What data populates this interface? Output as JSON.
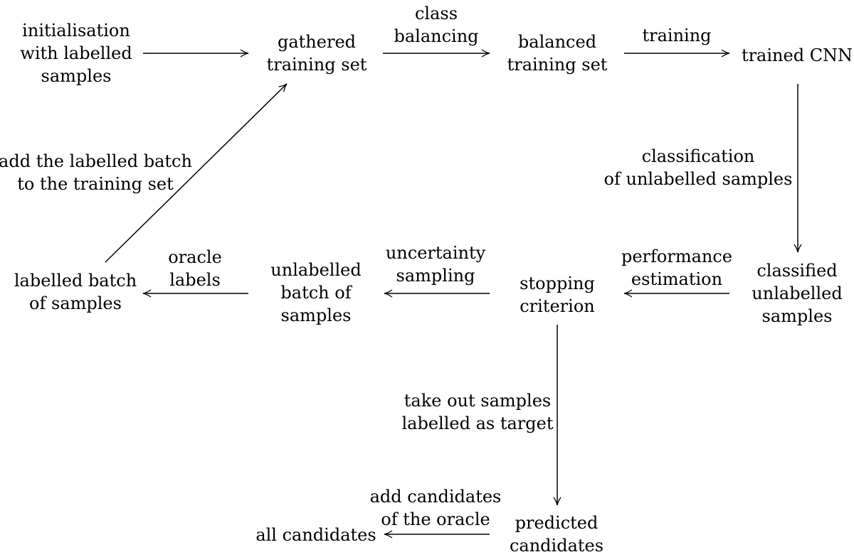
{
  "nodes": {
    "init": [
      "initialisation",
      "with labelled",
      "samples"
    ],
    "gathered": [
      "gathered",
      "training set"
    ],
    "balanced": [
      "balanced",
      "training set"
    ],
    "trained": [
      "trained CNN"
    ],
    "classified": [
      "classified",
      "unlabelled",
      "samples"
    ],
    "stopping": [
      "stopping",
      "criterion"
    ],
    "unlab_batch": [
      "unlabelled",
      "batch of",
      "samples"
    ],
    "lab_batch": [
      "labelled batch",
      "of samples"
    ],
    "predicted": [
      "predicted",
      "candidates"
    ],
    "all": [
      "all candidates"
    ]
  },
  "edges": {
    "class_balancing": [
      "class",
      "balancing"
    ],
    "training": [
      "training"
    ],
    "classification": [
      "classification",
      "of unlabelled samples"
    ],
    "performance": [
      "performance",
      "estimation"
    ],
    "uncertainty": [
      "uncertainty",
      "sampling"
    ],
    "oracle": [
      "oracle",
      "labels"
    ],
    "add_batch": [
      "add the labelled batch",
      "to the training set"
    ],
    "take_out": [
      "take out samples",
      "labelled as target"
    ],
    "add_candidates": [
      "add candidates",
      "of the oracle"
    ]
  }
}
